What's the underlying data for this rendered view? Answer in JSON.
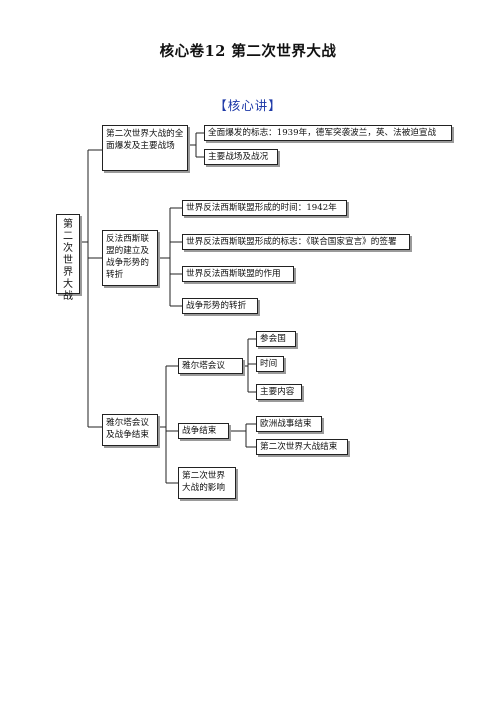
{
  "document": {
    "title": "核心卷12  第二次世界大战",
    "section": "【核心讲】"
  },
  "mindmap": {
    "root": "第二次世界大战",
    "branches": [
      {
        "label": "第二次世界大战的全面爆发及主要战场",
        "children": [
          {
            "label": "全面爆发的标志：1939年，德军突袭波兰，英、法被迫宣战"
          },
          {
            "label": "主要战场及战况"
          }
        ]
      },
      {
        "label": "反法西斯联盟的建立及战争形势的转折",
        "children": [
          {
            "label": "世界反法西斯联盟形成的时间：1942年"
          },
          {
            "label": "世界反法西斯联盟形成的标志：《联合国家宣言》的签署"
          },
          {
            "label": "世界反法西斯联盟的作用"
          },
          {
            "label": "战争形势的转折"
          }
        ]
      },
      {
        "label": "雅尔塔会议及战争结束",
        "children": [
          {
            "label": "雅尔塔会议",
            "children": [
              {
                "label": "参会国"
              },
              {
                "label": "时间"
              },
              {
                "label": "主要内容"
              }
            ]
          },
          {
            "label": "战争结束",
            "children": [
              {
                "label": "欧洲战事结束"
              },
              {
                "label": "第二次世界大战结束"
              }
            ]
          },
          {
            "label": "第二次世界大战的影响"
          }
        ]
      }
    ]
  }
}
